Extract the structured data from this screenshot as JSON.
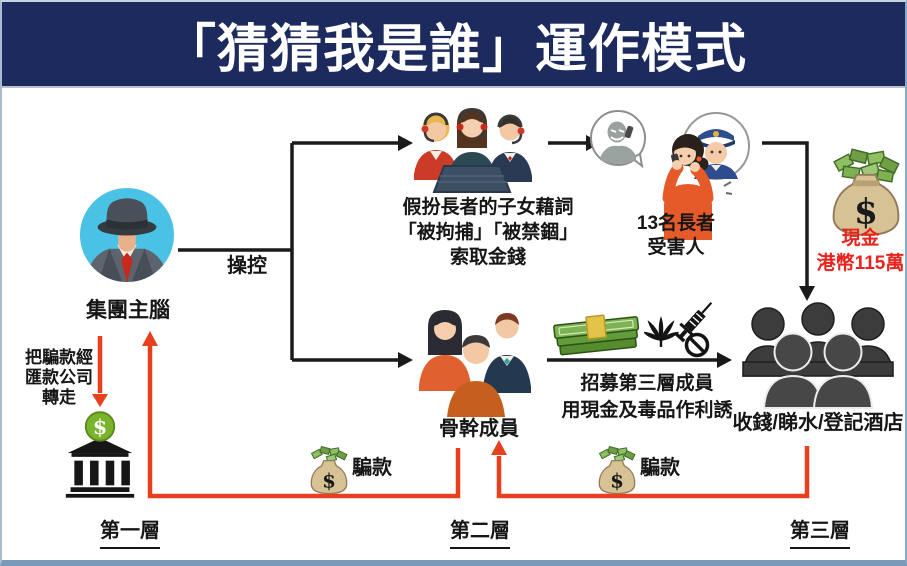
{
  "title": "「猜猜我是誰」運作模式",
  "edges": {
    "control_label": "操控"
  },
  "mastermind": {
    "label": "集團主腦"
  },
  "call_center": {
    "line1": "假扮長者的子女藉詞",
    "line2": "「被拘捕」「被禁錮」",
    "line3": "索取金錢"
  },
  "victims": {
    "line1": "13名長者",
    "line2": "受害人"
  },
  "cash": {
    "line1": "現金",
    "line2": "港幣115萬"
  },
  "core_members": {
    "label": "骨幹成員"
  },
  "recruit": {
    "line1": "招募第三層成員",
    "line2": "用現金及毒品作利誘"
  },
  "third_tier_role": {
    "label": "收錢/睇水/登記酒店"
  },
  "launder": {
    "line1": "把騙款經",
    "line2": "匯款公司",
    "line3": "轉走"
  },
  "scam_money_left": {
    "label": "騙款"
  },
  "scam_money_mid": {
    "label": "騙款"
  },
  "tiers": {
    "tier1": "第一層",
    "tier2": "第二層",
    "tier3": "第三層"
  },
  "icons": {
    "mastermind": "mobster-avatar-icon",
    "call_center": "call-center-operators-icon",
    "victim": "elderly-victim-phone-icon",
    "cash_bag": "money-bag-icon",
    "core_members": "three-members-icon",
    "cash_stack": "banknotes-stack-icon",
    "drugs": "drugs-icon",
    "crowd": "crowd-silhouette-icon",
    "bank": "bank-icon"
  },
  "colors": {
    "title_bg": "#1c2a5e",
    "title_text": "#ffffff",
    "arrow_black": "#1a1a1a",
    "arrow_red": "#e8401f",
    "cash_text_red": "#e8241c",
    "bag_tan": "#d6c294",
    "bill_green": "#7cb250"
  }
}
